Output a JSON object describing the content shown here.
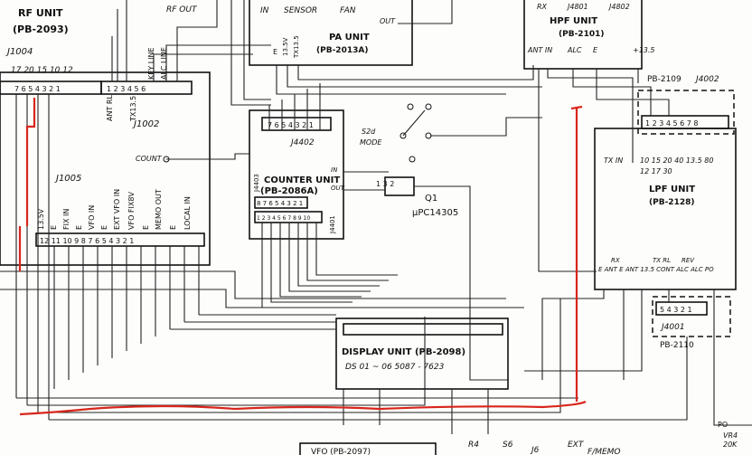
{
  "units": {
    "rf": {
      "name": "RF UNIT",
      "code": "(PB-2093)"
    },
    "pa": {
      "name": "PA UNIT",
      "code": "(PB-2013A)"
    },
    "hpf": {
      "name": "HPF UNIT",
      "code": "(PB-2101)"
    },
    "lpf": {
      "name": "LPF UNIT",
      "code": "(PB-2128)"
    },
    "counter": {
      "name": "COUNTER UNIT",
      "code": "(PB-2086A)"
    },
    "display": {
      "name": "DISPLAY UNIT (PB-2098)",
      "sub": "DS 01 ~ 06  5087 - 7623"
    },
    "pb2109": "PB-2109",
    "pb2110": "PB-2110",
    "vfo": "VFO (PB-2097)"
  },
  "connectors": {
    "j1004": "J1004",
    "j1002": "J1002",
    "j1005": "J1005",
    "j4402": "J4402",
    "j4403": "J4403",
    "j4401": "J4401",
    "j4801": "J4801",
    "j4802": "J4802",
    "j4002": "J4002",
    "j4001": "J4001",
    "j6": "J6"
  },
  "labels": {
    "rf_out": "RF OUT",
    "pa_in": "IN",
    "pa_sensor": "SENSOR",
    "pa_fan": "FAN",
    "pa_out": "OUT",
    "pa_e": "E",
    "pa_135v": "13.5V",
    "pa_tx135": "TX13.5",
    "rx": "RX",
    "hpf_ant_in": "ANT IN",
    "hpf_alc": "ALC",
    "hpf_e": "E",
    "hpf_135": "+13.5",
    "ant_rl": "ANT RL",
    "tx135": "TX13.5",
    "key_line": "KEY LINE",
    "alc_line": "ALC LINE",
    "count": "COUNT",
    "s2d_mode": "S2d\nMODE",
    "in": "IN",
    "out": "OUT",
    "q1": "Q1",
    "q1_part": "μPC14305",
    "tx_in": "TX IN",
    "lpf_bands_1": "10 15 20 40 13.5 80",
    "lpf_bands_2": "12 17 30",
    "lpf_bottom": "E  ANT E  ANT 13.5 CONT ALC ALC PO",
    "lpf_top_rx": "RX",
    "lpf_top_txrl": "TX RL",
    "lpf_top_rev": "REV",
    "j1005_135v": "13.5V",
    "j1005_e1": "E",
    "j1005_fixin": "FIX IN",
    "j1005_e2": "E",
    "j1005_vfoin": "VFO IN",
    "j1005_e3": "E",
    "j1005_extvfoin": "EXT VFO IN",
    "j1005_vfofix8v": "VFO FIX8V",
    "j1005_e4": "E",
    "j1005_memoout": "MEMO OUT",
    "j1005_e5": "E",
    "j1005_localin": "LOCAL IN",
    "r4": "R4",
    "s6": "S6",
    "vr4": "VR4",
    "vr4_val": "20K",
    "po": "PO",
    "ext": "EXT",
    "memo": "F/MEMO",
    "j1004_pins_top": "17  20  15  10  12",
    "j1004_pins_bottom": "7  6  5  4  3  2  1",
    "j1002_pins": "1  2  3  4  5  6",
    "j1005_pins": "12  11  10  9  8  7  6  5  4  3  2  1",
    "j4402_pins": "7  6  5  4  3  2  1",
    "j4403_pins": "8  7  6  5  4  3  2  1",
    "j4401_pins": "1  2  3  4  5  6  7  8  9  10",
    "j4002_pins": "1  2  3  4  5  6  7  8",
    "j4001_pins": "5  4  3  2  1",
    "q1_pins": "1  3  2"
  }
}
